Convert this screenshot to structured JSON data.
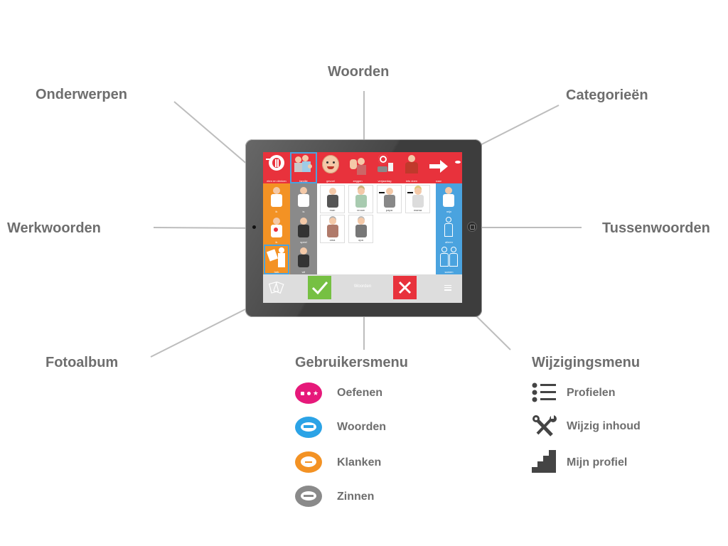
{
  "callouts": {
    "woorden": "Woorden",
    "onderwerpen": "Onderwerpen",
    "categorieen": "Categorieën",
    "werkwoorden": "Werkwoorden",
    "tussenwoorden": "Tussenwoorden",
    "fotoalbum": "Fotoalbum",
    "gebruikersmenu": "Gebruikersmenu",
    "wijzigingsmenu": "Wijzigingsmenu"
  },
  "tablet": {
    "category_tiles": [
      {
        "label": "eten en drinken",
        "icon": "fork-knife-icon"
      },
      {
        "label": "familie",
        "icon": "family-icon"
      },
      {
        "label": "gevoel",
        "icon": "face-icon"
      },
      {
        "label": "zeggen",
        "icon": "waving-hand-icon"
      },
      {
        "label": "verjaardag",
        "icon": "cake-icon"
      },
      {
        "label": "iets doen",
        "icon": "person-icon"
      },
      {
        "label": "naar",
        "icon": "arrow-right-icon"
      }
    ],
    "verb_tiles": [
      {
        "label": "ik",
        "icon": "person-icon"
      },
      {
        "label": "ik",
        "icon": "person-icon"
      },
      {
        "label": "heb",
        "icon": "person-icon"
      }
    ],
    "verb_tiles_2": [
      {
        "label": "is",
        "icon": "person-icon"
      },
      {
        "label": "speel",
        "icon": "person-icon"
      },
      {
        "label": "wil",
        "icon": "person-icon"
      }
    ],
    "word_tiles": [
      {
        "label": "man",
        "icon": "person-icon"
      },
      {
        "label": "vrouw",
        "icon": "person-icon"
      },
      {
        "label": "papa",
        "icon": "person-icon"
      },
      {
        "label": "mama",
        "icon": "person-icon"
      },
      {
        "label": "oma",
        "icon": "person-icon"
      },
      {
        "label": "opa",
        "icon": "person-icon"
      }
    ],
    "function_tiles": [
      {
        "label": "mijn",
        "icon": "person-icon"
      },
      {
        "label": "alleen",
        "icon": "person-icon"
      },
      {
        "label": "samen",
        "icon": "two-people-icon"
      }
    ],
    "bottom_bar": {
      "center_label": "Woorden",
      "photo_album_icon": "photo-cards-icon",
      "ok_icon": "check-icon",
      "cancel_icon": "close-icon",
      "menu_icon": "hamburger-icon"
    }
  },
  "gebruikersmenu": [
    {
      "label": "Oefenen",
      "icon": "dots-star-icon",
      "color": "#e6197a"
    },
    {
      "label": "Woorden",
      "icon": "speech-bubble-icon",
      "color": "#2ba3e6"
    },
    {
      "label": "Klanken",
      "icon": "speech-bubble-icon",
      "color": "#f39224"
    },
    {
      "label": "Zinnen",
      "icon": "speech-bubble-icon",
      "color": "#8a8a8a"
    }
  ],
  "wijzigingsmenu": [
    {
      "label": "Profielen",
      "icon": "list-icon"
    },
    {
      "label": "Wijzig inhoud",
      "icon": "tools-icon"
    },
    {
      "label": "Mijn profiel",
      "icon": "stairs-icon"
    }
  ],
  "colors": {
    "text": "#6e6e6e",
    "category_bar": "#e8323c",
    "verbs": "#f39224",
    "verbs_alt": "#8a8a8a",
    "function_words": "#4aa3df",
    "ok": "#76c043",
    "cancel": "#e8323c"
  }
}
